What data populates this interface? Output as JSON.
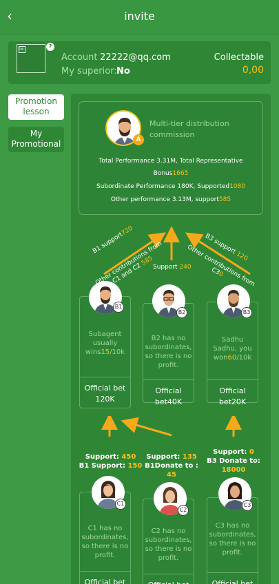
{
  "header": {
    "title": "invite",
    "back_icon": "‹"
  },
  "account": {
    "image_alt": "lw",
    "help_icon": "?",
    "account_label": "Account",
    "account_value": "22222@qq.com",
    "superior_label": "My superior:",
    "superior_value": "No",
    "collectable_label": "Collectable",
    "collectable_value": "0,00"
  },
  "sidebar": {
    "promotion_lesson": "Promotion lesson",
    "my_promotional": "My Promotional"
  },
  "top": {
    "badge": "A",
    "label": "Multi-tier distribution commission",
    "line1": "Total Performance 3.31M, Total Representative",
    "line2_a": "Bonus",
    "line2_b": "1665",
    "line3_a": "Subordinate Performance 180K, Supported",
    "line3_b": "1080",
    "line4_a": "Other performance 3.13M, support",
    "line4_b": "585"
  },
  "arrows_up": {
    "b1_support_a": "B1 support",
    "b1_support_b": "720",
    "other_b_a": "Other contributions from",
    "other_b_b": "C1 and C2 ",
    "other_b_c": "585",
    "support_mid_a": "Support ",
    "support_mid_b": "240",
    "b3_support_a": "B3 support ",
    "b3_support_b": "120",
    "other_c3_a": "Other contributions from",
    "other_c3_b": "C3",
    "other_c3_c": "0"
  },
  "b_nodes": [
    {
      "badge": "B1",
      "text_a": "Subagent usually wins",
      "text_b": "15",
      "text_c": "/10k",
      "bet": "Official bet 120K"
    },
    {
      "badge": "B2",
      "text": "B2 has no subordinates, so there is no profit.",
      "bet": "Official bet40K"
    },
    {
      "badge": "B3",
      "text_a": "Sadhu Sadhu, you won",
      "text_b": "60",
      "text_c": "/10k",
      "bet": "Official bet20K"
    }
  ],
  "c_support": {
    "c1_l1_a": "Support: ",
    "c1_l1_b": "450",
    "c1_l2_a": "B1 Support: ",
    "c1_l2_b": "150",
    "c2_l1_a": "Support: ",
    "c2_l1_b": "135",
    "c2_l2_a": "B1Donate to : ",
    "c2_l2_b": "45",
    "c3_l1_a": "Support: ",
    "c3_l1_b": "0",
    "c3_l2": "B3 Donate to:",
    "c3_l3": "18000"
  },
  "c_nodes": [
    {
      "badge": "C1",
      "text": "C1 has no subordinates, so there is no profit.",
      "bet": "Official bet"
    },
    {
      "badge": "C2",
      "text": "C2 has no subordinates, so there is no profit.",
      "bet": "Official bet"
    },
    {
      "badge": "C3",
      "text": "C3 has no subordinates, so there is no profit.",
      "bet": "Official bet"
    }
  ],
  "colors": {
    "background": "#3e9a45",
    "panel": "#2f8735",
    "accent": "#f6c21a",
    "arrow": "#f6a91a"
  }
}
